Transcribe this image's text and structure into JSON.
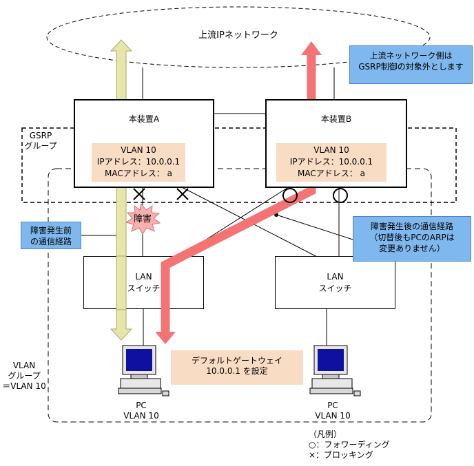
{
  "upstream_network": "上流IPネットワーク",
  "gsrp_group": [
    "GSRP",
    "グループ"
  ],
  "vlan_group": [
    "VLAN",
    "グループ",
    "＝VLAN 10"
  ],
  "device_a": {
    "title": "本装置A",
    "vlan": "VLAN 10",
    "ip": "IPアドレス：10.0.0.1",
    "mac": "MACアドレス： a"
  },
  "device_b": {
    "title": "本装置B",
    "vlan": "VLAN 10",
    "ip": "IPアドレス：10.0.0.1",
    "mac": "MACアドレス： a"
  },
  "switch_left": {
    "line1": "LAN",
    "line2": "スイッチ"
  },
  "switch_right": {
    "line1": "LAN",
    "line2": "スイッチ"
  },
  "fault_label": "障害",
  "callout_upstream": [
    "上流ネットワーク側は",
    "GSRP制御の対象外とします"
  ],
  "callout_before": [
    "障害発生前",
    "の通信経路"
  ],
  "callout_after": [
    "障害発生後の通信経路",
    "（切替後もPCのARPは",
    "変更ありません）"
  ],
  "gateway_note": [
    "デフォルトゲートウェイ",
    "10.0.0.1 を設定"
  ],
  "pc_left": [
    "PC",
    "VLAN 10"
  ],
  "pc_right": [
    "PC",
    "VLAN 10"
  ],
  "legend": {
    "title": "（凡例）",
    "forwarding": "○：フォワーディング",
    "blocking": "×：ブロッキング"
  },
  "colors": {
    "before_path": "#e6e6a8",
    "after_path": "#f47474",
    "callout_blue": "#7fb8ee",
    "note_peach": "#f8dcc4"
  }
}
